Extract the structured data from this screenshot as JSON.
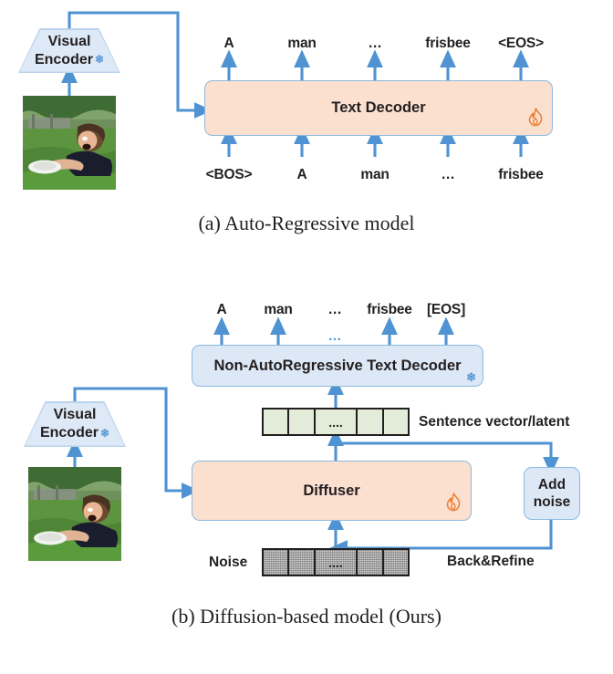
{
  "figure": {
    "panel_a": {
      "caption": "(a) Auto-Regressive model",
      "encoder": {
        "line1": "Visual",
        "line2": "Encoder",
        "state_icon": "snowflake-icon",
        "state": "frozen"
      },
      "decoder": {
        "label": "Text Decoder",
        "state_icon": "flame-icon",
        "state": "trainable"
      },
      "output_tokens": [
        "A",
        "man",
        "…",
        "frisbee",
        "<EOS>"
      ],
      "input_tokens": [
        "<BOS>",
        "A",
        "man",
        "…",
        "frisbee"
      ],
      "image_alt": "man catching a white frisbee on grass"
    },
    "panel_b": {
      "caption": "(b) Diffusion-based model (Ours)",
      "encoder": {
        "line1": "Visual",
        "line2": "Encoder",
        "state_icon": "snowflake-icon",
        "state": "frozen"
      },
      "decoder": {
        "label": "Non-AutoRegressive Text Decoder",
        "state_icon": "snowflake-icon",
        "state": "frozen"
      },
      "diffuser": {
        "label": "Diffuser",
        "state_icon": "flame-icon",
        "state": "trainable"
      },
      "add_noise": {
        "line1": "Add",
        "line2": "noise"
      },
      "output_tokens": [
        "A",
        "man",
        "…",
        "frisbee",
        "[EOS]"
      ],
      "mid_dots": "…",
      "latent": {
        "label": "Sentence vector/latent",
        "cells": [
          "",
          "",
          "....",
          "",
          ""
        ]
      },
      "noise": {
        "label": "Noise",
        "cells": [
          "",
          "",
          "....",
          "",
          ""
        ]
      },
      "feedback_label": "Back&Refine",
      "image_alt": "man catching a white frisbee on grass"
    }
  },
  "colors": {
    "peach_fill": "#fbe0d0",
    "blue_fill": "#dce8f5",
    "blue_border": "#8cb9e0",
    "arrow_blue": "#4f93d2",
    "green_cell": "#e2ecd8",
    "flame_orange": "#ed7d31",
    "snowflake_blue": "#5b9bd5",
    "text": "#231f20"
  }
}
